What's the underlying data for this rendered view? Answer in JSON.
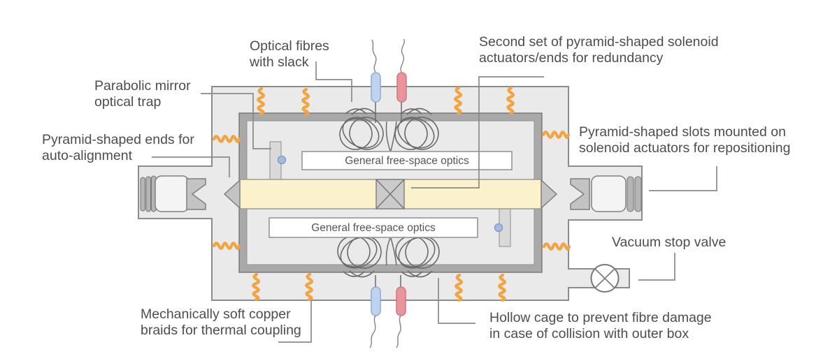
{
  "figure": {
    "type": "vacuum-optical-apparatus-diagram",
    "labels": {
      "optical_fibres": "Optical fibres\nwith slack",
      "second_set": "Second set of pyramid-shaped solenoid\nactuators/ends for redundancy",
      "parabolic_mirror": "Parabolic mirror\noptical trap",
      "pyramid_ends": "Pyramid-shaped ends for\nauto-alignment",
      "pyramid_slots": "Pyramid-shaped slots mounted on\nsolenoid actuators for repositioning",
      "vacuum_valve": "Vacuum stop valve",
      "copper_braids": "Mechanically soft copper\nbraids for thermal coupling",
      "hollow_cage": "Hollow cage to prevent fibre damage\nin case of collision with outer box",
      "free_space_optics_top": "General free-space optics",
      "free_space_optics_bottom": "General free-space optics"
    },
    "colors": {
      "outer_box_fill": "#eaeaea",
      "outer_box_border": "#8c8c8c",
      "cage_wall": "#a9a9a9",
      "beam_fill": "#fbf2cc",
      "copper_braid_orange": "#f2a440",
      "fibre_capsule_blue": "#bdd3f0",
      "fibre_capsule_red": "#ea959d",
      "mirror_dot_blue": "#a3bce2",
      "leader_line_gray": "#8a8a8a",
      "label_text": "#4d4d4d"
    }
  }
}
